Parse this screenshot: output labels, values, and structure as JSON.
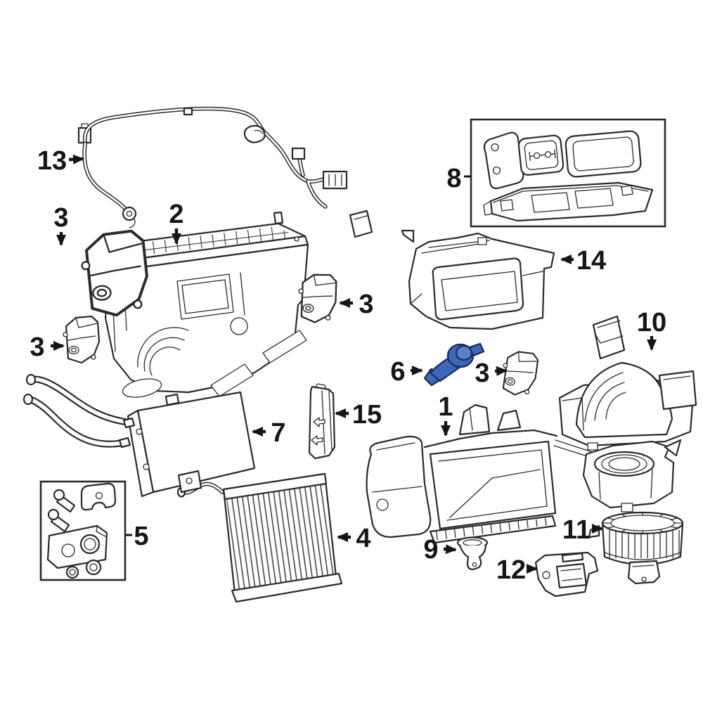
{
  "diagram": {
    "type": "exploded-parts-diagram",
    "subject": "Automotive HVAC heater and air conditioning unit",
    "background_color": "#ffffff",
    "line_color": "#2a2a2a",
    "label_color": "#161616",
    "highlight": {
      "fill": "#3d68ba",
      "outline": "#1c2f63",
      "applies_to_callout": "6"
    },
    "callouts": [
      {
        "label": "13",
        "part": "wiring-harness"
      },
      {
        "label": "2",
        "part": "upper-case-assembly"
      },
      {
        "label": "3",
        "part": "actuator-upper-left"
      },
      {
        "label": "3",
        "part": "actuator-lower-left"
      },
      {
        "label": "3",
        "part": "actuator-center"
      },
      {
        "label": "3",
        "part": "actuator-right"
      },
      {
        "label": "6",
        "part": "temperature-sensor-highlighted"
      },
      {
        "label": "8",
        "part": "duct-adapter-kit"
      },
      {
        "label": "14",
        "part": "distribution-duct-housing"
      },
      {
        "label": "10",
        "part": "air-inlet-housing"
      },
      {
        "label": "1",
        "part": "lower-hvac-housing"
      },
      {
        "label": "7",
        "part": "heater-core"
      },
      {
        "label": "15",
        "part": "mounting-bracket"
      },
      {
        "label": "5",
        "part": "expansion-valve-kit"
      },
      {
        "label": "4",
        "part": "evaporator-core"
      },
      {
        "label": "9",
        "part": "drain-tube"
      },
      {
        "label": "12",
        "part": "blower-resistor"
      },
      {
        "label": "11",
        "part": "blower-motor-with-fan"
      }
    ]
  }
}
